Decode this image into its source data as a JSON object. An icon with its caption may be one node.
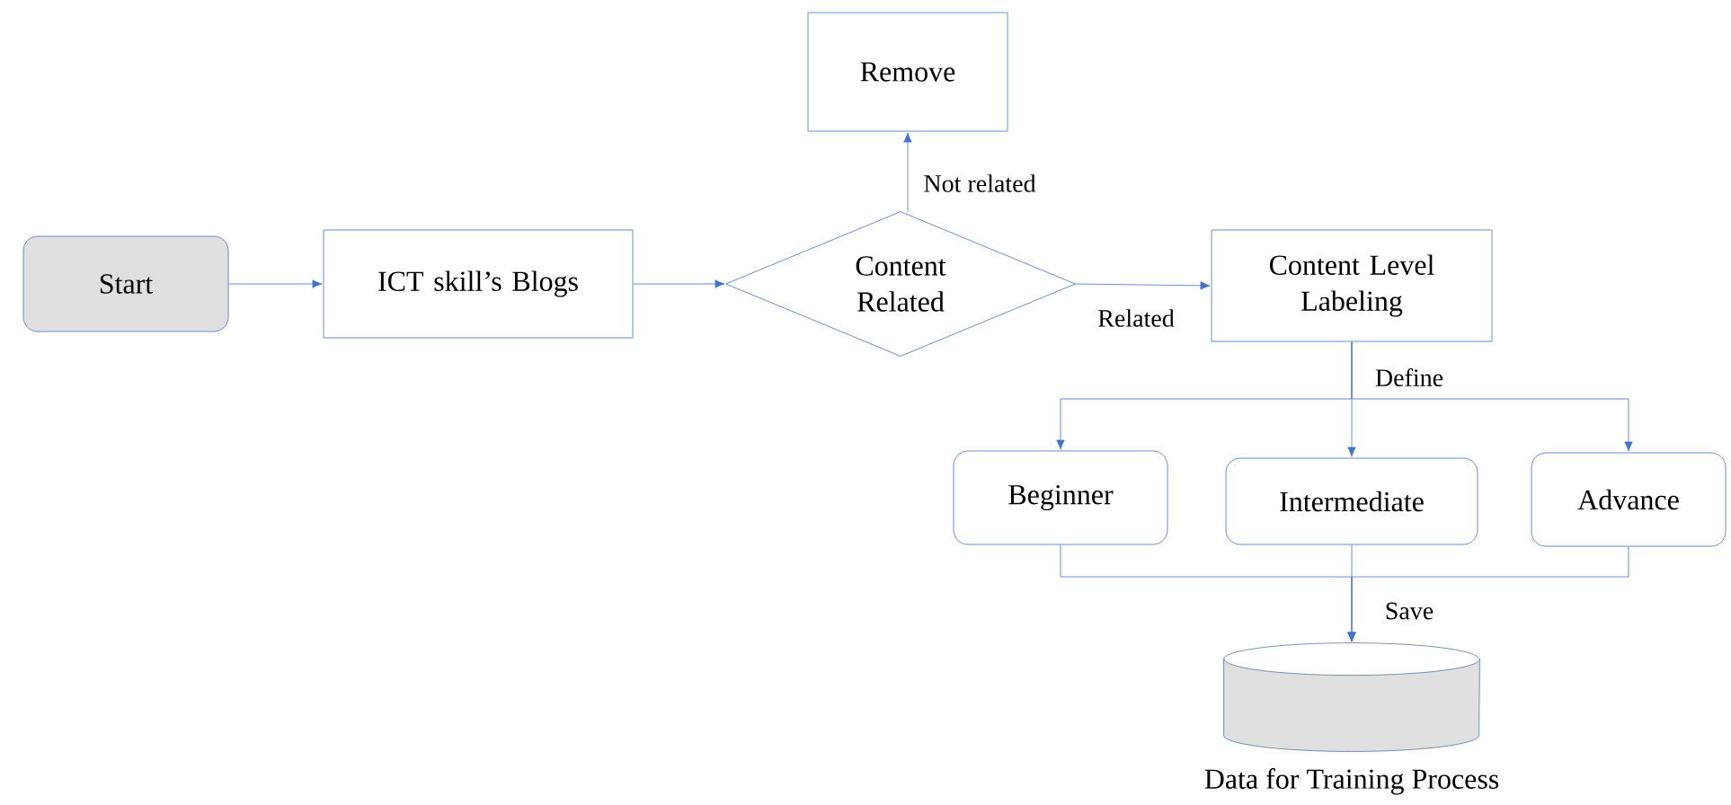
{
  "diagram": {
    "nodes": [
      {
        "text": [
          "Start"
        ]
      },
      {
        "text": [
          "ICT skill’s Blogs"
        ]
      },
      {
        "text": [
          "Content Related"
        ]
      },
      {
        "text": [
          "Remove"
        ]
      },
      {
        "text": [
          "Content Level Labeling"
        ]
      },
      {
        "text": [
          "Beginner"
        ]
      },
      {
        "text": [
          "Intermediate"
        ]
      },
      {
        "text": [
          "Advance"
        ]
      },
      {
        "text": [
          "Data for Training Process"
        ]
      }
    ],
    "edges": [
      {
        "from": 0,
        "to": 1,
        "arrow": "to"
      },
      {
        "from": 1,
        "to": 2,
        "arrow": "to"
      },
      {
        "from": 2,
        "to": 3,
        "arrow": "to",
        "label": "Not related"
      },
      {
        "from": 2,
        "to": 4,
        "arrow": "to",
        "label": "Related"
      },
      {
        "from": 4,
        "to": 5,
        "arrow": "to"
      },
      {
        "from": 4,
        "to": 6,
        "arrow": "to",
        "label": "Define"
      },
      {
        "from": 4,
        "to": 7,
        "arrow": "to"
      },
      {
        "from": 5,
        "to": 8,
        "arrow": "to"
      },
      {
        "from": 6,
        "to": 8,
        "arrow": "to",
        "label": "Save"
      },
      {
        "from": 7,
        "to": 8,
        "arrow": "to"
      }
    ]
  }
}
